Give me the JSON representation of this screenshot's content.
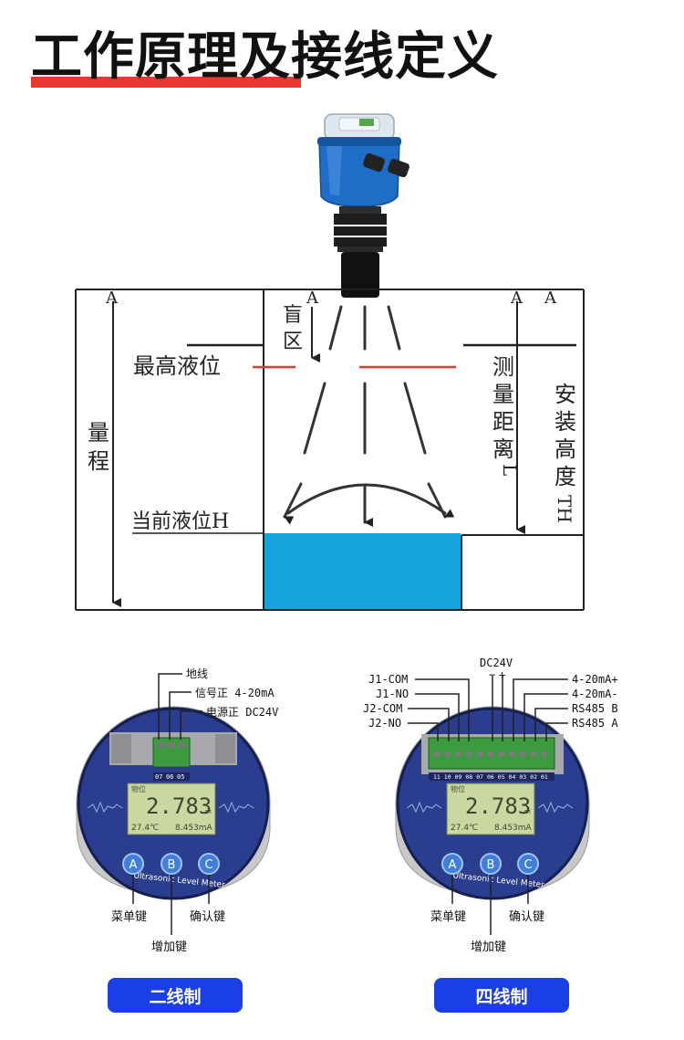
{
  "title": "工作原理及接线定义",
  "principle": {
    "marker_a": "A",
    "blind_zone": [
      "盲",
      "区"
    ],
    "max_level": "最高液位",
    "range": [
      "量",
      "程"
    ],
    "measure_distance": [
      "测",
      "量",
      "距",
      "离",
      "L"
    ],
    "install_height": [
      "安",
      "装",
      "高",
      "度",
      "TH"
    ],
    "current_level": "当前液位H",
    "colors": {
      "liquid": "#13a4dc",
      "marker": "#e8382f"
    }
  },
  "two_wire": {
    "labels": {
      "ground": "地线",
      "signal": "信号正 4-20mA",
      "power": "电源正 DC24V"
    },
    "terminals": [
      "07",
      "06",
      "05"
    ],
    "display": {
      "mode": "物位",
      "value": "2.783",
      "unit": "m",
      "temp": "27.4℃",
      "current": "8.453mA"
    },
    "keys": [
      "A",
      "B",
      "C"
    ],
    "brand": "Ultrasonic Level Meter",
    "key_labels": {
      "menu": "菜单键",
      "confirm": "确认键",
      "increase": "增加键"
    },
    "button": "二线制"
  },
  "four_wire": {
    "left_labels": [
      "J1-COM",
      "J1-NO",
      "J2-COM",
      "J2-NO"
    ],
    "top_label": "DC24V",
    "polarity": [
      "−",
      "+"
    ],
    "right_labels": [
      "4-20mA+",
      "4-20mA-",
      "RS485 B",
      "RS485 A"
    ],
    "terminals": [
      "11",
      "10",
      "09",
      "08",
      "07",
      "06",
      "05",
      "04",
      "03",
      "02",
      "01"
    ],
    "display": {
      "mode": "物位",
      "value": "2.783",
      "unit": "m",
      "temp": "27.4℃",
      "current": "8.453mA"
    },
    "keys": [
      "A",
      "B",
      "C"
    ],
    "brand": "Ultrasonic Level Meter",
    "key_labels": {
      "menu": "菜单键",
      "confirm": "确认键",
      "increase": "增加键"
    },
    "button": "四线制"
  }
}
